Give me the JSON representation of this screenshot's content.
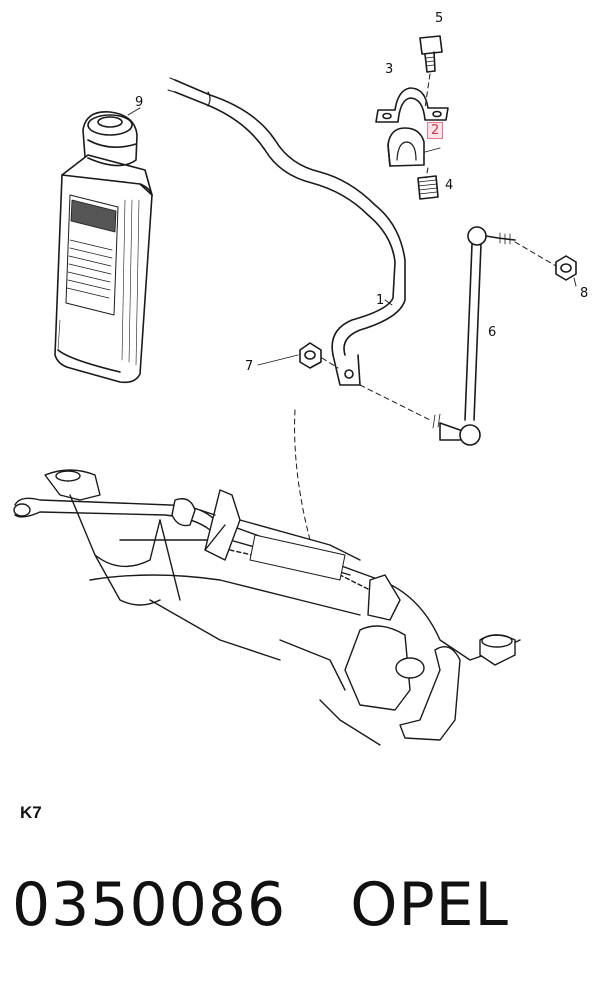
{
  "callouts": [
    {
      "id": "1",
      "label": "1",
      "highlighted": false
    },
    {
      "id": "2",
      "label": "2",
      "highlighted": true
    },
    {
      "id": "3",
      "label": "3",
      "highlighted": false
    },
    {
      "id": "4",
      "label": "4",
      "highlighted": false
    },
    {
      "id": "5",
      "label": "5",
      "highlighted": false
    },
    {
      "id": "6",
      "label": "6",
      "highlighted": false
    },
    {
      "id": "7",
      "label": "7",
      "highlighted": false
    },
    {
      "id": "8",
      "label": "8",
      "highlighted": false
    },
    {
      "id": "9",
      "label": "9",
      "highlighted": false
    }
  ],
  "section_code": "K7",
  "part_number": "0350086",
  "brand": "OPEL",
  "colors": {
    "line": "#1a1a1a",
    "highlight_border": "#e07a8a",
    "highlight_fill": "#fbe3e8",
    "highlight_text": "#c43a55"
  }
}
